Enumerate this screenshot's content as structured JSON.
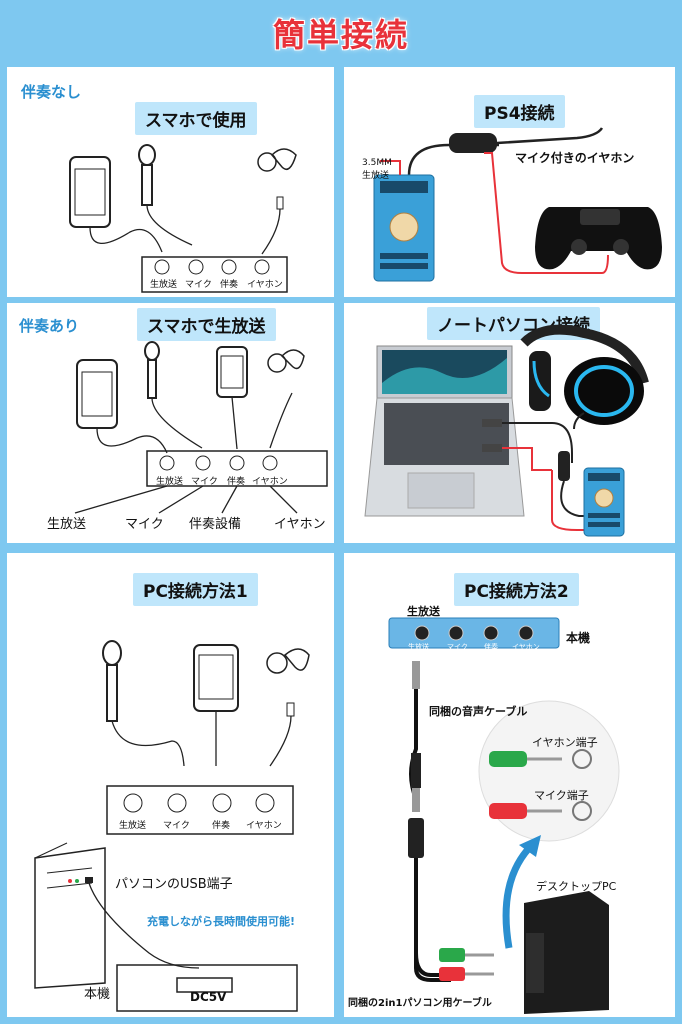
{
  "title": "簡単接続",
  "panel1": {
    "tag": "伴奏なし",
    "heading": "スマホで使用",
    "ports": [
      "生放送",
      "マイク",
      "伴奏",
      "イヤホン"
    ]
  },
  "panel2": {
    "heading": "PS4接続",
    "side_label_1": "3.5MM",
    "side_label_2": "生放送",
    "earphone_label": "マイク付きのイヤホン"
  },
  "panel3": {
    "tag": "伴奏あり",
    "heading": "スマホで生放送",
    "ports": [
      "生放送",
      "マイク",
      "伴奏",
      "イヤホン"
    ],
    "bottom_labels": [
      "生放送",
      "マイク",
      "伴奏設備",
      "イヤホン"
    ]
  },
  "panel4": {
    "heading": "ノートパソコン接続"
  },
  "panel5": {
    "heading": "PC接続方法1",
    "ports": [
      "生放送",
      "マイク",
      "伴奏",
      "イヤホン"
    ],
    "usb_label": "パソコンのUSB端子",
    "charge_note": "充電しながら長時間使用可能!",
    "unit_label": "本機",
    "power_label": "DC5V"
  },
  "panel6": {
    "heading": "PC接続方法2",
    "top_label": "生放送",
    "unit_label": "本機",
    "port_labels": [
      "生放送",
      "マイク",
      "伴奏",
      "イヤホン"
    ],
    "cable_label": "同梱の音声ケーブル",
    "earphone_jack": "イヤホン端子",
    "mic_jack": "マイク端子",
    "desktop_label": "デスクトップPC",
    "splitter_label": "同梱の2in1パソコン用ケーブル"
  },
  "colors": {
    "accent_red": "#e8323a",
    "device_blue": "#3aa0d8",
    "background": "#7ec8f0",
    "pill": "#bfe6fb",
    "tag_blue": "#2a8fd0"
  }
}
